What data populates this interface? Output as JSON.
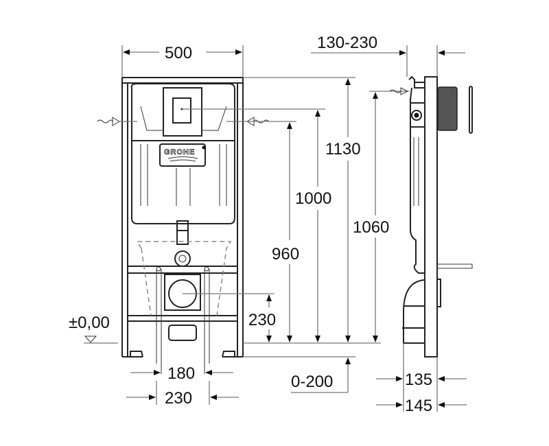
{
  "diagram": {
    "subject": "Installation frame (front and side view) with dimensions in mm",
    "brand_logo": "GROHE",
    "front_view": {
      "width_label": "500",
      "floor_level_label": "±0,00",
      "flush_pipe_spacing_label": "180",
      "drain_spacing_label": "230",
      "drain_height_label": "230",
      "heights": {
        "h960": "960",
        "h1000": "1000",
        "h1130": "1130",
        "h1060": "1060"
      },
      "floor_adjust_label": "0-200"
    },
    "side_view": {
      "wall_depth_label": "130-230",
      "depth_135_label": "135",
      "depth_145_label": "145"
    }
  }
}
